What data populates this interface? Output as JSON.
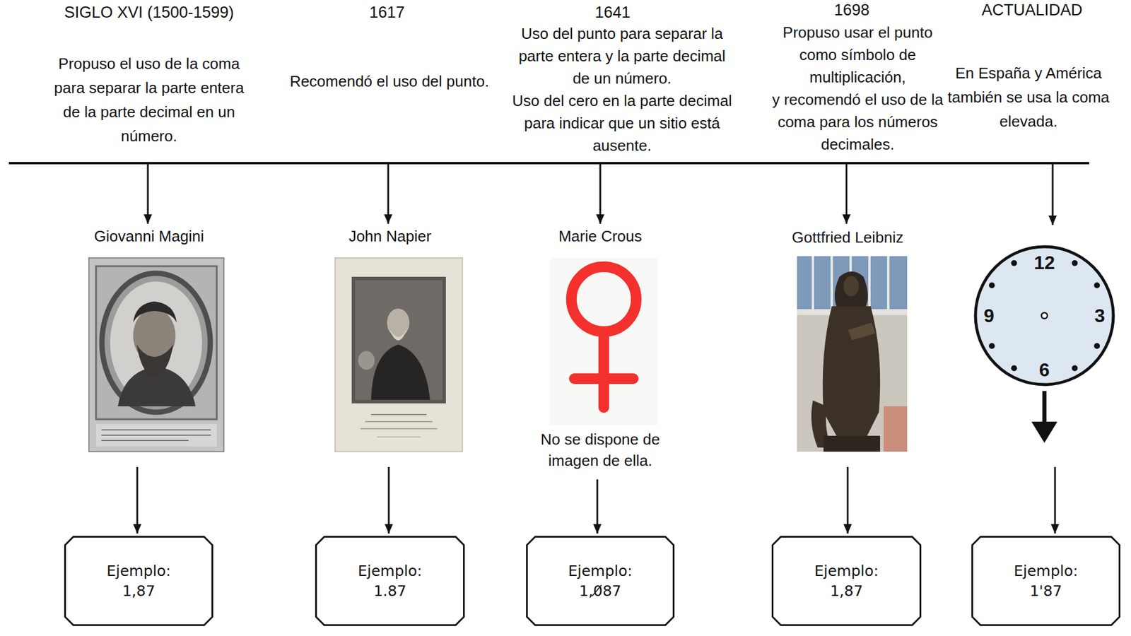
{
  "diagram": {
    "nodes": [
      {
        "text": [
          "Ejemplo:",
          "1,87"
        ]
      },
      {
        "text": [
          "Ejemplo:",
          "1.87"
        ]
      },
      {
        "text": [
          "Ejemplo:",
          "1,0̸87"
        ]
      },
      {
        "text": [
          "Ejemplo:",
          "1,87"
        ]
      },
      {
        "text": [
          "Ejemplo:",
          "1'87"
        ]
      }
    ],
    "labels": [
      "SIGLO XVI (1500-1599)",
      "1617",
      "1641",
      "1698",
      "ACTUALIDAD",
      "Propuso el uso de la coma para separar la parte entera de la parte decimal en un número.",
      "Recomendó el uso del punto.",
      "Uso del punto para separar la parte entera y la parte decimal de un número.",
      "Uso del cero en la parte decimal para indicar que un sitio está ausente.",
      "Propuso usar el punto como símbolo de multiplicación,",
      "y recomendó el uso de la coma para los números decimales.",
      "En España y América también se usa la coma elevada.",
      "Giovanni Magini",
      "John Napier",
      "Marie Crous",
      "Gottfried Leibniz",
      "No se dispone de imagen de ella.",
      "12",
      "3",
      "6",
      "9"
    ]
  }
}
